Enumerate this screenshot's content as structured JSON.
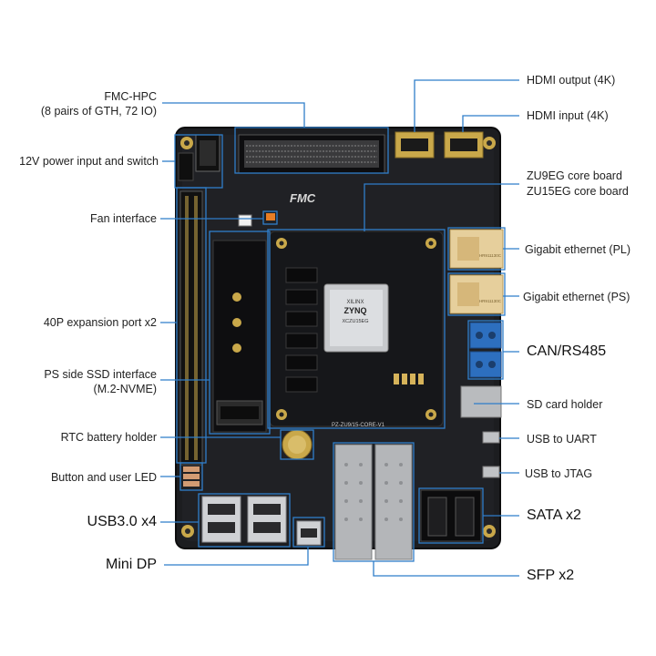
{
  "labels": {
    "fmc_hpc": "FMC-HPC",
    "fmc_hpc_sub": "(8 pairs of GTH, 72 IO)",
    "power": "12V power input and switch",
    "fan": "Fan interface",
    "expansion": "40P expansion port x2",
    "ssd": "PS side SSD interface",
    "ssd_sub": "(M.2-NVME)",
    "rtc": "RTC battery holder",
    "button": "Button and user LED",
    "usb3": "USB3.0 x4",
    "minidp": "Mini DP",
    "hdmi_out": "HDMI output (4K)",
    "hdmi_in": "HDMI input (4K)",
    "core1": "ZU9EG core board",
    "core2": "ZU15EG core board",
    "eth_pl": "Gigabit ethernet (PL)",
    "eth_ps": "Gigabit ethernet (PS)",
    "can": "CAN/RS485",
    "sd": "SD card holder",
    "uart": "USB to UART",
    "jtag": "USB to JTAG",
    "sata": "SATA x2",
    "sfp": "SFP x2"
  },
  "board_text": {
    "fmc_logo": "FMC",
    "chip_brand": "XILINX",
    "chip_series": "ZYNQ",
    "chip_part": "XCZU15EG",
    "core_label": "PZ-ZU9/15-CORE-V1",
    "eth_jack": "HR911130C"
  },
  "colors": {
    "callout_line": "#2f7ec9",
    "board": "#1b1c1f",
    "core": "#16171a",
    "gold": "#c9a84a"
  }
}
